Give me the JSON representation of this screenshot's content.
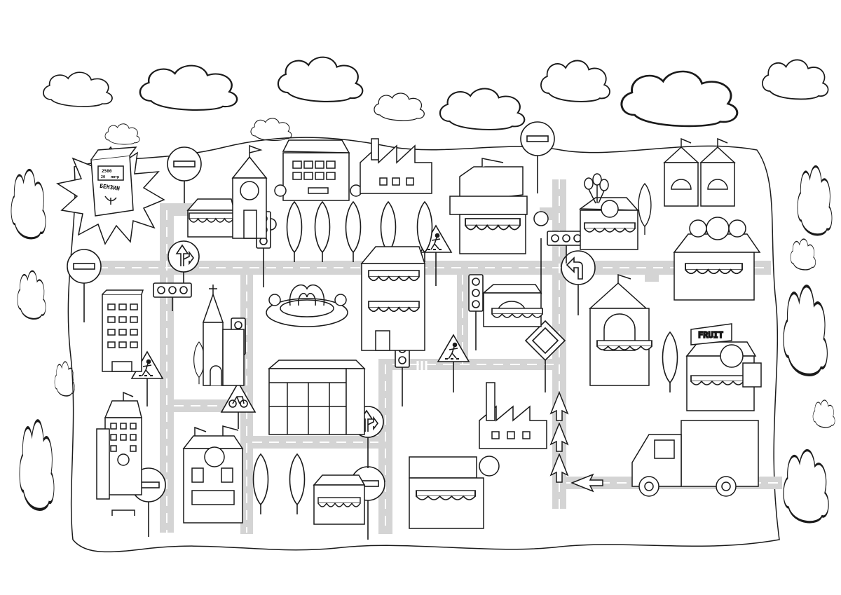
{
  "colors": {
    "line": "#1a1a1a",
    "road": "#d4d4d4",
    "road_mark": "#ffffff",
    "paper": "#ffffff"
  },
  "gas_station": {
    "price_top": "2500",
    "price_row_left": "20",
    "price_row_right": "литр",
    "name": "БЕНЗИН"
  },
  "fruit_shop": {
    "sign": "FRUIT"
  },
  "icons": [
    "no-entry-sign-icon",
    "straight-or-right-sign-icon",
    "turn-left-sign-icon",
    "pedestrian-crossing-sign-icon",
    "bicycle-sign-icon",
    "priority-road-sign-icon",
    "traffic-light-icon",
    "road-arrow-icon",
    "delivery-truck-icon",
    "fountain-icon",
    "factory-icon",
    "church-icon",
    "cloud-icon",
    "tree-icon",
    "balloon-icon"
  ]
}
